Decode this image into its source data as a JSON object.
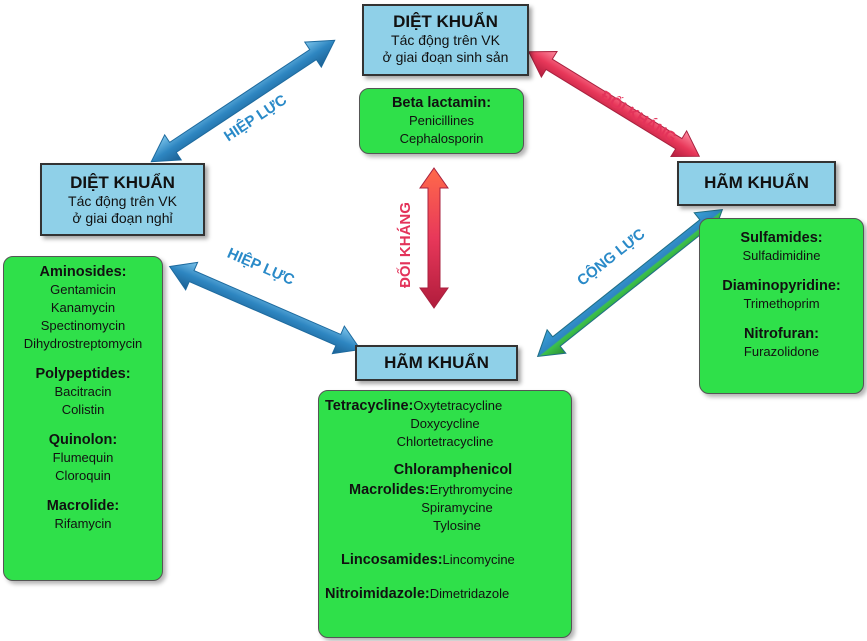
{
  "colors": {
    "node_bg": "#8fd0e8",
    "box_bg": "#2fe04a",
    "blue_arrow": "#2e86c1",
    "red_arrow": "#e8385a",
    "blue_label": "#2a8ac8",
    "red_label": "#e3335a"
  },
  "top_node": {
    "title": "DIỆT KHUẨN",
    "line1": "Tác động trên VK",
    "line2": "ở giai đoạn sinh sản"
  },
  "left_node": {
    "title": "DIỆT KHUẨN",
    "line1": "Tác động trên VK",
    "line2": "ở giai đoạn nghỉ"
  },
  "right_node": {
    "title": "HÃM KHUẨN"
  },
  "bottom_node": {
    "title": "HÃM KHUẨN"
  },
  "top_box": {
    "header": "Beta lactamin:",
    "items": [
      "Penicillines",
      "Cephalosporin"
    ]
  },
  "left_box": {
    "groups": [
      {
        "header": "Aminosides:",
        "items": [
          "Gentamicin",
          "Kanamycin",
          "Spectinomycin",
          "Dihydrostreptomycin"
        ]
      },
      {
        "header": "Polypeptides:",
        "items": [
          "Bacitracin",
          "Colistin"
        ]
      },
      {
        "header": "Quinolon:",
        "items": [
          "Flumequin",
          "Cloroquin"
        ]
      },
      {
        "header": "Macrolide:",
        "items": [
          "Rifamycin"
        ]
      }
    ]
  },
  "right_box": {
    "groups": [
      {
        "header": "Sulfamides:",
        "items": [
          "Sulfadimidine"
        ]
      },
      {
        "header": "Diaminopyridine:",
        "items": [
          "Trimethoprim"
        ]
      },
      {
        "header": "Nitrofuran:",
        "items": [
          "Furazolidone"
        ]
      }
    ]
  },
  "bottom_box": {
    "tetracycline": {
      "header": "Tetracycline:",
      "first": "Oxytetracycline",
      "items": [
        "Doxycycline",
        "Chlortetracycline"
      ]
    },
    "chloramphenicol": "Chloramphenicol",
    "macrolides": {
      "header": "Macrolides:",
      "first": "Erythromycine",
      "items": [
        "Spiramycine",
        "Tylosine"
      ]
    },
    "lincosamides": {
      "header": "Lincosamides:",
      "first": "Lincomycine"
    },
    "nitroimidazole": {
      "header": "Nitroimidazole:",
      "first": "Dimetridazole"
    }
  },
  "arrows": {
    "top_left": "HIỆP LỰC",
    "top_right": "ĐỐI KHÁNG",
    "center": "ĐỐI KHÁNG",
    "bottom_left": "HIỆP LỰC",
    "bottom_right": "CỘNG LỰC"
  }
}
